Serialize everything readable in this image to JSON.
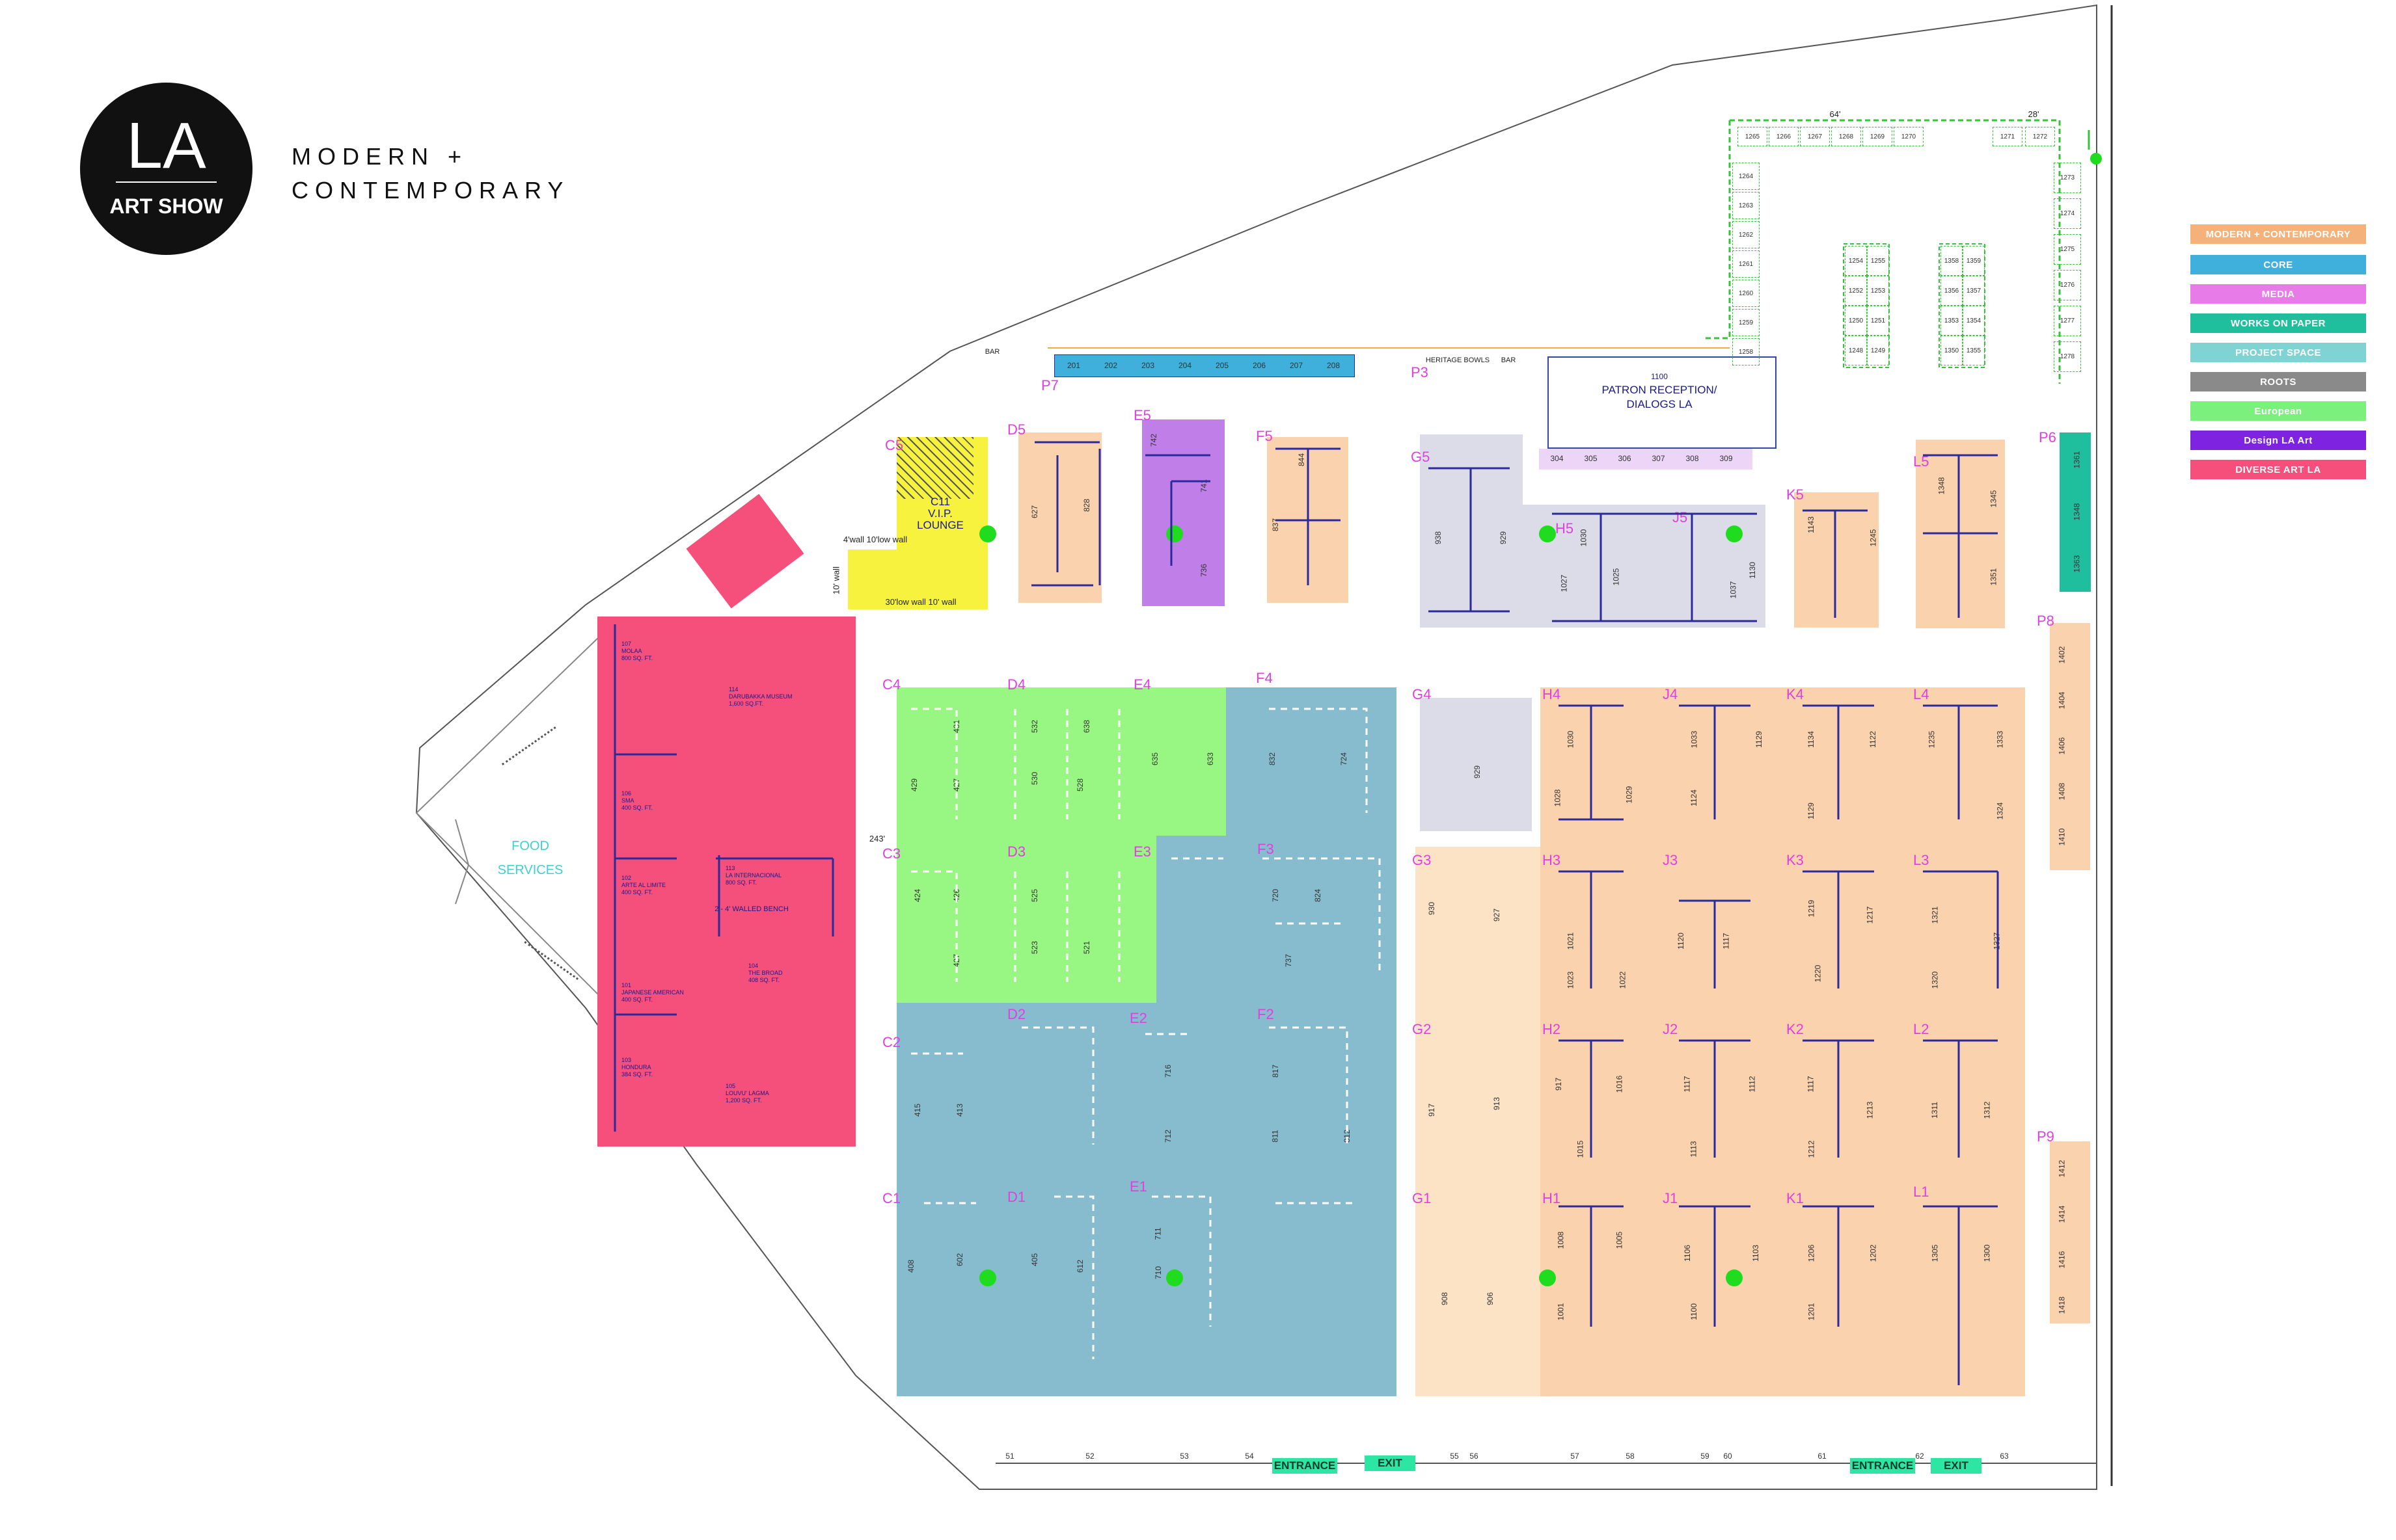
{
  "logo": {
    "letters": "LA",
    "subtitle": "ART SHOW"
  },
  "header": {
    "line1": "MODERN +",
    "line2": "CONTEMPORARY"
  },
  "legend": [
    {
      "label": "MODERN + CONTEMPORARY",
      "color": "#f4b27a"
    },
    {
      "label": "CORE",
      "color": "#3fb0dc"
    },
    {
      "label": "MEDIA",
      "color": "#e77ce8"
    },
    {
      "label": "WORKS ON PAPER",
      "color": "#1fbf9e"
    },
    {
      "label": "PROJECT SPACE",
      "color": "#7fd3d3"
    },
    {
      "label": "ROOTS",
      "color": "#8a8a8a"
    },
    {
      "label": "European",
      "color": "#7cf07c"
    },
    {
      "label": "Design LA Art",
      "color": "#7e24e0"
    },
    {
      "label": "DIVERSE ART LA",
      "color": "#f54f7c"
    }
  ],
  "areas": {
    "vip": {
      "line1": "C11",
      "line2": "V.I.P.",
      "line3": "LOUNGE"
    },
    "food": {
      "line1": "FOOD",
      "line2": "SERVICES"
    },
    "patron": {
      "line1": "PATRON RECEPTION/",
      "line2": "DIALOGS LA",
      "num": "1100"
    },
    "heritage": "HERITAGE BOWLS",
    "bar1": "BAR",
    "bar2": "BAR",
    "wall_label": "4'wall   10'low wall",
    "wall_label2": "30'low wall   10' wall",
    "wall_label3": "10' wall",
    "dim_243": "243'",
    "dim_64": "64'",
    "dim_28": "28'",
    "bench": "2 - 4' WALLED BENCH"
  },
  "diverse_booths": [
    {
      "num": "107",
      "name": "MOLAA",
      "size": "800 SQ. FT."
    },
    {
      "num": "114",
      "name": "DARUBAKKA MUSEUM",
      "size": "1,600 SQ.FT."
    },
    {
      "num": "106",
      "name": "SMA",
      "size": "400 SQ. FT."
    },
    {
      "num": "113",
      "name": "LA INTERNACIONAL",
      "size": "800 SQ. FT."
    },
    {
      "num": "102",
      "name": "ARTE AL LIMITE",
      "size": "400 SQ. FT."
    },
    {
      "num": "104",
      "name": "THE BROAD",
      "size": "408 SQ. FT."
    },
    {
      "num": "101",
      "name": "JAPANESE AMERICAN",
      "size": "400 SQ. FT."
    },
    {
      "num": "103",
      "name": "HONDURA",
      "size": "384 SQ. FT."
    },
    {
      "num": "105",
      "name": "LOUVU' LAGMA",
      "size": "1,200 SQ. FT."
    }
  ],
  "zone_labels": [
    "C5",
    "D5",
    "E5",
    "F5",
    "G5",
    "H5",
    "J5",
    "K5",
    "L5",
    "P6",
    "P7",
    "P8",
    "P9",
    "C4",
    "D4",
    "E4",
    "F4",
    "G4",
    "H4",
    "J4",
    "K4",
    "L4",
    "C3",
    "D3",
    "E3",
    "F3",
    "G3",
    "H3",
    "J3",
    "K3",
    "L3",
    "C2",
    "D2",
    "E2",
    "F2",
    "G2",
    "H2",
    "J2",
    "K2",
    "L2",
    "C1",
    "D1",
    "E1",
    "G1",
    "H1",
    "J1",
    "K1",
    "L1",
    "P3"
  ],
  "top_booths": [
    "201",
    "202",
    "203",
    "204",
    "205",
    "206",
    "207",
    "208"
  ],
  "patron_booths": [
    "304",
    "305",
    "306",
    "307",
    "308",
    "309"
  ],
  "bottom_booths": [
    "51",
    "52",
    "53",
    "54",
    "55",
    "56",
    "57",
    "58",
    "59",
    "60",
    "61",
    "62",
    "63"
  ],
  "exits": [
    {
      "label": "ENTRANCE"
    },
    {
      "label": "EXIT"
    },
    {
      "label": "ENTRANCE"
    },
    {
      "label": "EXIT"
    }
  ],
  "european_top_row": [
    "1265",
    "1266",
    "1267",
    "1268",
    "1269",
    "1270",
    "1271",
    "1272"
  ],
  "european_left_col": [
    "1264",
    "1263",
    "1262",
    "1261",
    "1260",
    "1259",
    "1258"
  ],
  "european_right_col": [
    "1273",
    "1274",
    "1275",
    "1276",
    "1277",
    "1278"
  ],
  "european_block_a": [
    "1254",
    "1255",
    "1252",
    "1253",
    "1250",
    "1251",
    "1248",
    "1249"
  ],
  "european_block_b": [
    "1358",
    "1359",
    "1356",
    "1357",
    "1353",
    "1354",
    "1350",
    "1355"
  ],
  "booth_numbers": {
    "d5": [
      "627",
      "828"
    ],
    "e5": [
      "742",
      "741",
      "736"
    ],
    "f5": [
      "844",
      "837"
    ],
    "g5": [
      "938",
      "929"
    ],
    "h5": [
      "1027",
      "1025",
      "1030"
    ],
    "j5": [
      "1037",
      "1130"
    ],
    "k5": [
      "1143",
      "1245"
    ],
    "l5": [
      "1348",
      "1345",
      "1351"
    ],
    "p6": [
      "1361",
      "1348",
      "1363"
    ],
    "c4": [
      "431",
      "429",
      "427"
    ],
    "d4": [
      "532",
      "530",
      "528"
    ],
    "e4": [
      "638",
      "635",
      "633"
    ],
    "f4": [
      "832",
      "724"
    ],
    "g4": [
      "929"
    ],
    "h4": [
      "1030",
      "1028",
      "1029"
    ],
    "j4": [
      "1033",
      "1129",
      "1124"
    ],
    "k4": [
      "1134",
      "1122",
      "1129"
    ],
    "l4": [
      "1235",
      "1333",
      "1324"
    ],
    "c3": [
      "426",
      "424",
      "427"
    ],
    "d3": [
      "525",
      "523",
      "521"
    ],
    "f3": [
      "720",
      "824",
      "737"
    ],
    "g3": [
      "930",
      "927"
    ],
    "h3": [
      "1021",
      "1023",
      "1022"
    ],
    "j3": [
      "1120",
      "1117"
    ],
    "k3": [
      "1219",
      "1217",
      "1220"
    ],
    "l3": [
      "1321",
      "1327",
      "1320"
    ],
    "c2": [
      "415",
      "413"
    ],
    "e2": [
      "716",
      "712"
    ],
    "f2": [
      "817",
      "811",
      "812"
    ],
    "g2": [
      "917",
      "913"
    ],
    "h2": [
      "917",
      "1016",
      "1015"
    ],
    "j2": [
      "1117",
      "1112",
      "1113"
    ],
    "k2": [
      "1117",
      "1213",
      "1212"
    ],
    "l2": [
      "1311",
      "1312"
    ],
    "c1": [
      "408",
      "602"
    ],
    "d1": [
      "405",
      "612"
    ],
    "e1": [
      "711",
      "710"
    ],
    "g1": [
      "908",
      "906"
    ],
    "h1": [
      "1008",
      "1005",
      "1001"
    ],
    "j1": [
      "1106",
      "1103",
      "1100"
    ],
    "k1": [
      "1206",
      "1202",
      "1201"
    ],
    "l1": [
      "1305",
      "1300"
    ],
    "p8": [
      "1402",
      "1404",
      "1406",
      "1408",
      "1410"
    ],
    "p9": [
      "1412",
      "1414",
      "1416",
      "1418"
    ]
  }
}
